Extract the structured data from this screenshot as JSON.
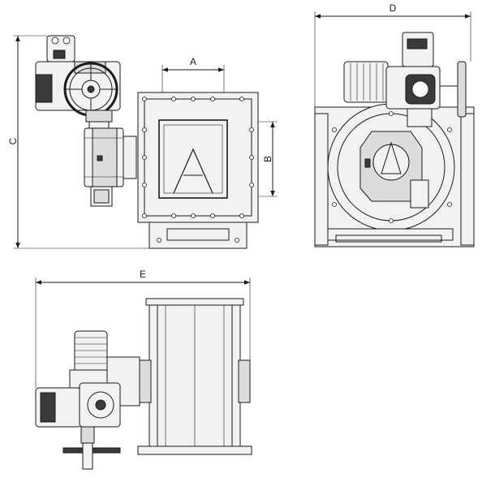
{
  "dimensions": {
    "a": "A",
    "b": "B",
    "c": "C",
    "d": "D",
    "e": "E"
  },
  "colors": {
    "line": "#1a1a1a",
    "light_fill": "#f2f2f2",
    "mid_fill": "#dcdcdc",
    "dark_fill": "#3a3a3a",
    "background": "#ffffff"
  }
}
